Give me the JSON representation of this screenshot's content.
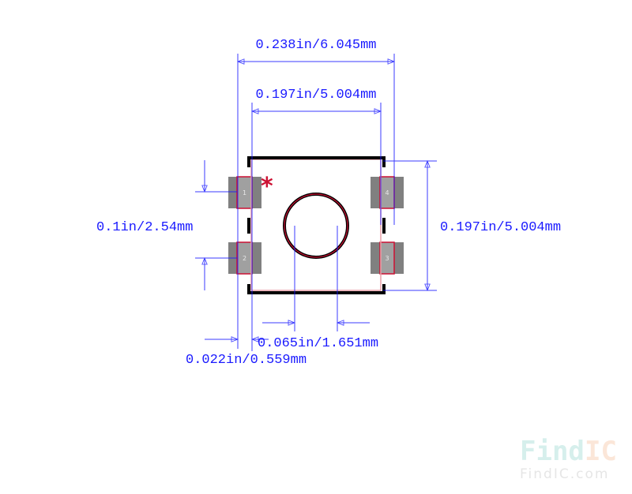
{
  "dimensions": {
    "overall_width": "0.238in/6.045mm",
    "body_width": "0.197in/5.004mm",
    "body_height": "0.197in/5.004mm",
    "pad_pitch": "0.1in/2.54mm",
    "center_gap": "0.065in/1.651mm",
    "pad_offset": "0.022in/0.559mm"
  },
  "pads": [
    {
      "number": "1"
    },
    {
      "number": "2"
    },
    {
      "number": "3"
    },
    {
      "number": "4"
    }
  ],
  "pin1_marker": "*",
  "watermark": {
    "logo": "FindIC",
    "url": "FindIC.com"
  },
  "colors": {
    "dimension": "#1a1aff",
    "outline": "#000000",
    "courtyard": "#e8a0a8",
    "pad": "#808080",
    "pad_inner": "#a0a0a0",
    "pin_marker": "#cc1133"
  }
}
